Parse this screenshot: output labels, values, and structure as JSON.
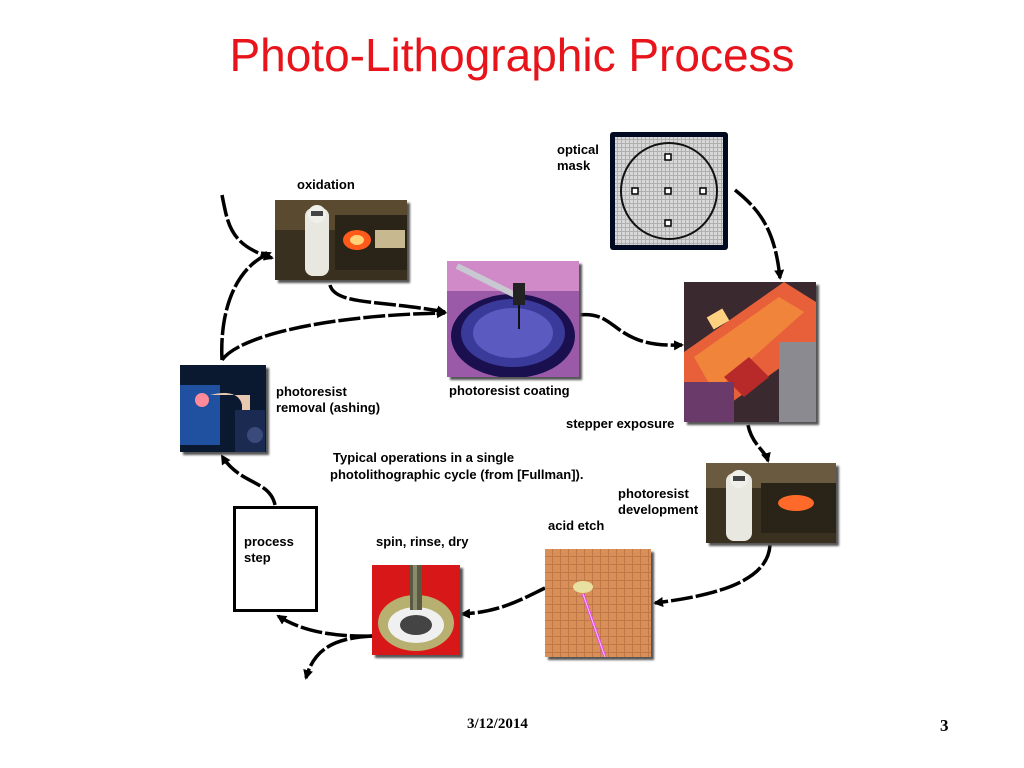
{
  "title": "Photo-Lithographic Process",
  "labels": {
    "oxidation": "oxidation",
    "optical_mask_1": "optical",
    "optical_mask_2": "mask",
    "photoresist_coating": "photoresist coating",
    "stepper_exposure": "stepper exposure",
    "photoresist_removal_1": "photoresist",
    "photoresist_removal_2": "removal (ashing)",
    "caption_1": "Typical operations in a single",
    "caption_2": "photolithographic cycle (from [Fullman]).",
    "photoresist_development_1": "photoresist",
    "photoresist_development_2": "development",
    "acid_etch": "acid etch",
    "spin_rinse_dry": "spin, rinse, dry",
    "process_step_1": "process",
    "process_step_2": "step"
  },
  "footer": {
    "date": "3/12/2014",
    "page": "3"
  },
  "colors": {
    "title": "#e8141b",
    "arrow": "#000000"
  }
}
